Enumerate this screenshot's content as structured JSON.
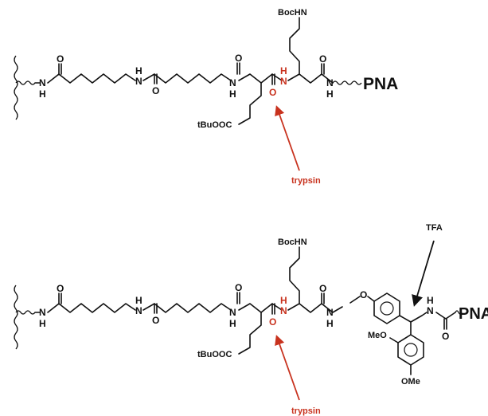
{
  "colors": {
    "bond": "#111111",
    "cleavage": "#c8321e",
    "tfa_arrow": "#111111"
  },
  "labels": {
    "atom_n": "N",
    "atom_h": "H",
    "atom_o": "O",
    "boc_lysine": "BocHN",
    "tbu_ester": "tBuOOC",
    "pna": "PNA",
    "methoxy_left": "MeO",
    "methoxy_bottom": "OMe",
    "ether_o": "O"
  },
  "top_scheme": {
    "enzyme_label": "trypsin"
  },
  "bottom_scheme": {
    "enzyme_label": "trypsin",
    "acid_label": "TFA"
  }
}
